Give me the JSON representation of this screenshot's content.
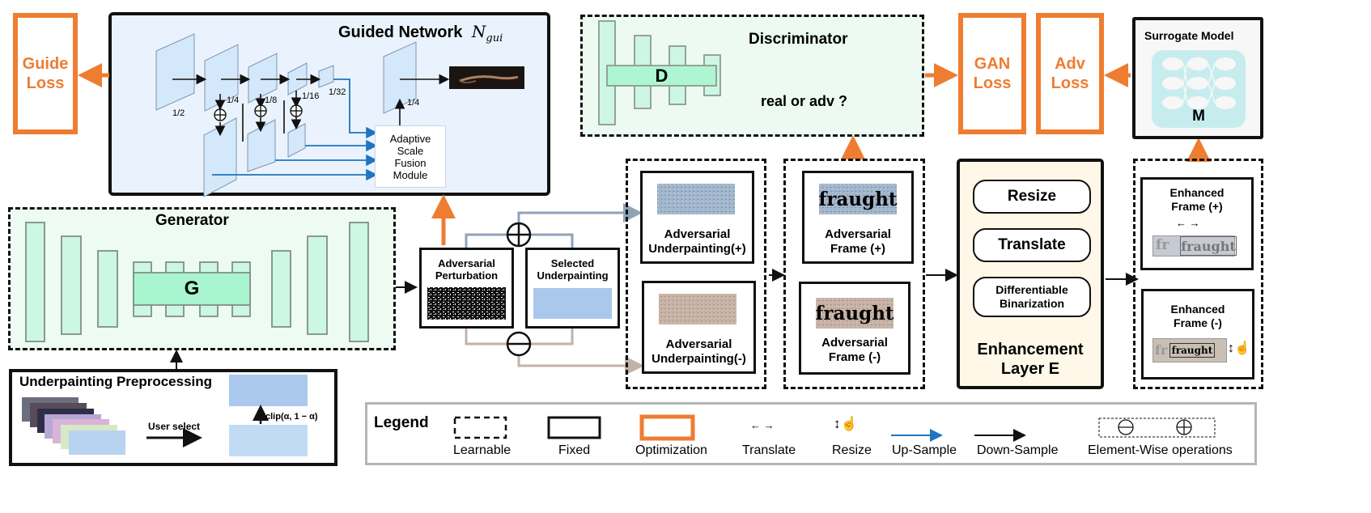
{
  "guide_loss": {
    "line1": "Guide",
    "line2": "Loss"
  },
  "guided_network": {
    "title": "Guided Network",
    "symbol": "N",
    "symbol_sub": "gui",
    "scales": [
      "1/2",
      "1/4",
      "1/8",
      "1/16",
      "1/32",
      "1/4"
    ],
    "fusion_lines": [
      "Adaptive",
      "Scale",
      "Fusion",
      "Module"
    ]
  },
  "discriminator": {
    "title": "Discriminator",
    "block": "D",
    "question": "real or adv ?"
  },
  "gan_loss": {
    "line1": "GAN",
    "line2": "Loss"
  },
  "adv_loss": {
    "line1": "Adv",
    "line2": "Loss"
  },
  "surrogate": {
    "title": "Surrogate Model",
    "block": "M"
  },
  "generator": {
    "title": "Generator",
    "block": "G"
  },
  "preprocessing": {
    "title": "Underpainting Preprocessing",
    "user_select": "User select",
    "clip": "clip(α, 1 − α)"
  },
  "adv_perturbation": {
    "line1": "Adversarial",
    "line2": "Perturbation"
  },
  "selected_underpainting": {
    "line1": "Selected",
    "line2": "Underpainting"
  },
  "adv_under_plus": {
    "line1": "Adversarial",
    "line2": "Underpainting(+)"
  },
  "adv_under_minus": {
    "line1": "Adversarial",
    "line2": "Underpainting(-)"
  },
  "adv_frame_plus": {
    "word": "fraught",
    "line1": "Adversarial",
    "line2": "Frame (+)"
  },
  "adv_frame_minus": {
    "word": "fraught",
    "line1": "Adversarial",
    "line2": "Frame (-)"
  },
  "enhancement": {
    "ops": [
      "Resize",
      "Translate"
    ],
    "binarization1": "Differentiable",
    "binarization2": "Binarization",
    "title1": "Enhancement",
    "title2": "Layer E"
  },
  "enhanced_plus": {
    "line1": "Enhanced",
    "line2": "Frame (+)",
    "word": "fraught",
    "ghost": "fr"
  },
  "enhanced_minus": {
    "line1": "Enhanced",
    "line2": "Frame (-)",
    "word": "fraught",
    "ghost": "fr"
  },
  "legend": {
    "title": "Legend",
    "items": [
      "Learnable",
      "Fixed",
      "Optimization",
      "Translate",
      "Resize",
      "Up-Sample",
      "Down-Sample",
      "Element-Wise operations"
    ]
  },
  "colors": {
    "orange": "#ee7d31",
    "mint": "#b3f5dc",
    "mint_dark": "#66f2b0",
    "blue_arrow": "#1f75c0",
    "light_blue": "#a9c8ec",
    "cyan": "#96e6ec"
  }
}
